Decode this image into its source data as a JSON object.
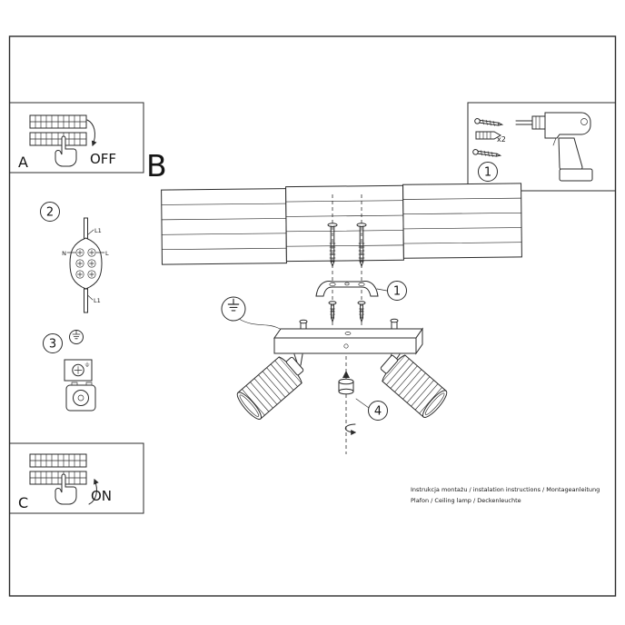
{
  "colors": {
    "ink": "#2b2b2b",
    "background": "#ffffff"
  },
  "panel_a": {
    "label": "A",
    "state": "OFF"
  },
  "section_b": {
    "label": "B"
  },
  "panel_c": {
    "label": "C",
    "state": "ON"
  },
  "tools": {
    "number": "1",
    "quantity": "x2"
  },
  "bracket_step": {
    "number": "1"
  },
  "wiring_step": {
    "number": "2",
    "l1_top": "L1",
    "n": "N",
    "l": "L",
    "l1_bottom": "L1"
  },
  "earth_step": {
    "number": "3"
  },
  "adjust_step": {
    "number": "4"
  },
  "footer": {
    "line1": "Instrukcja montażu / instalation instructions / Montageanleitung",
    "line2": "Plafon / Ceiling lamp / Deckenleuchte"
  }
}
